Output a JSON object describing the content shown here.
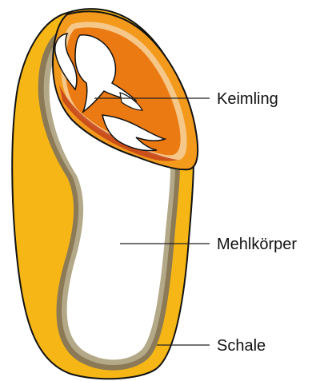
{
  "labels": {
    "embryo": "Keimling",
    "endosperm": "Mehlkörper",
    "hull": "Schale"
  },
  "colors": {
    "hull_outer": "#f6b716",
    "hull_edge": "#f0a300",
    "seed_coat": "#8b7a55",
    "seed_coat_inner": "#b3a887",
    "endosperm": "#ffffff",
    "embryo_outer": "#f39a1c",
    "embryo_inner": "#ec7a12",
    "embryo_shadow": "#c2421a",
    "outline": "#111111",
    "leader": "#222222"
  }
}
